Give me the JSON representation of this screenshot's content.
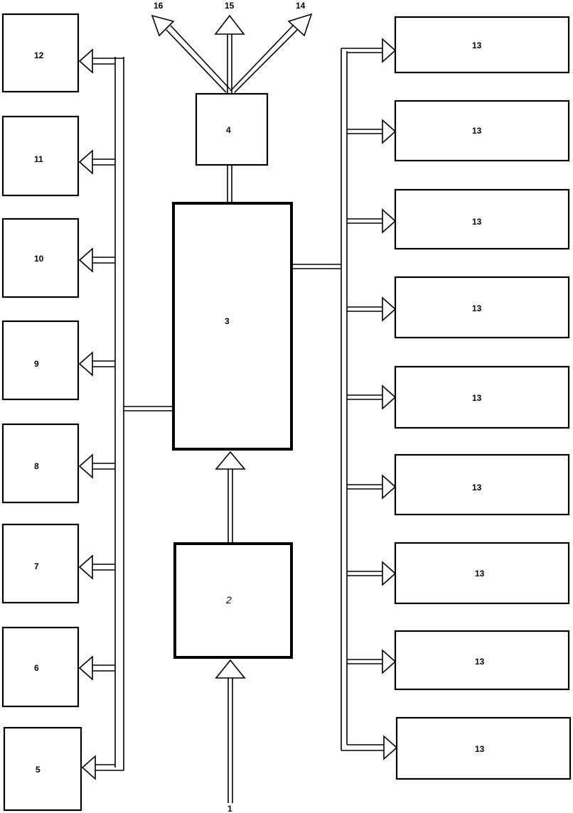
{
  "diagram": {
    "blocks": {
      "b2": "2",
      "b3": "3",
      "b4": "4",
      "b5": "5",
      "b6": "6",
      "b7": "7",
      "b8": "8",
      "b9": "9",
      "b10": "10",
      "b11": "11",
      "b12": "12",
      "b13": [
        "13",
        "13",
        "13",
        "13",
        "13",
        "13",
        "13",
        "13",
        "13"
      ]
    },
    "signals": {
      "s1": "1",
      "s14": "14",
      "s15": "15",
      "s16": "16"
    }
  }
}
